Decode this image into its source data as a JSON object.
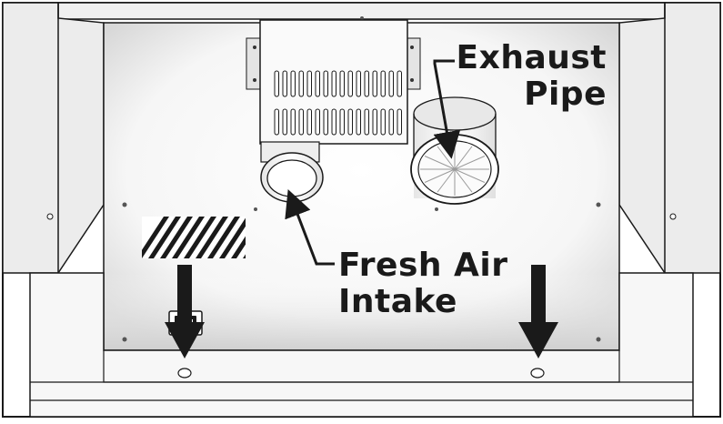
{
  "diagram": {
    "labels": {
      "exhaust_line1": "Exhaust",
      "exhaust_line2": "Pipe",
      "intake_line1": "Fresh Air",
      "intake_line2": "Intake"
    },
    "colors": {
      "outline": "#1a1a1a",
      "panel": "#f4f4f4",
      "shadow": "#d0d0d0",
      "arrow": "#1a1a1a"
    },
    "icons": [
      "down-arrow-icon",
      "power-outlet-icon",
      "vent-grille-icon",
      "duct-collar-icon"
    ]
  }
}
